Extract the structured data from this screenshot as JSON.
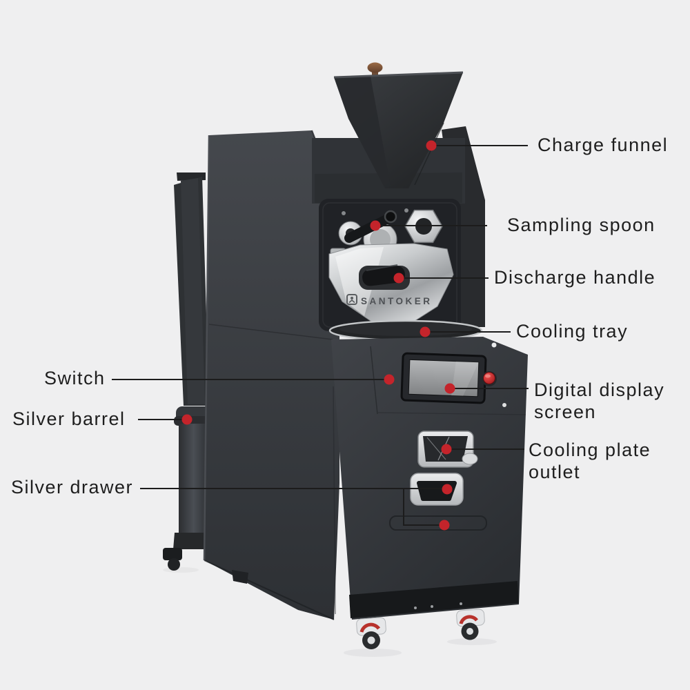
{
  "scene": {
    "background": "#efeff0",
    "accent_red": "#c4242b",
    "line_color": "#1c1c1c",
    "text_color": "#1e1e1e",
    "description": "Annotated product diagram of a SANTOKER coffee roaster with part callouts"
  },
  "machine": {
    "name": "coffee-roaster",
    "logo": "SANTOKER",
    "body_color": "#33363a",
    "chrome_color": "#cfd2d4"
  },
  "labels": [
    {
      "id": "charge-funnel",
      "text": "Charge funnel"
    },
    {
      "id": "sampling-spoon",
      "text": "Sampling spoon"
    },
    {
      "id": "discharge-handle",
      "text": "Discharge  handle"
    },
    {
      "id": "cooling-tray",
      "text": "Cooling tray"
    },
    {
      "id": "switch",
      "text": "Switch"
    },
    {
      "id": "digital-display-screen",
      "text": "Digital display\nscreen"
    },
    {
      "id": "silver-barrel",
      "text": "Silver barrel"
    },
    {
      "id": "cooling-plate-outlet",
      "text": "Cooling plate\noutlet"
    },
    {
      "id": "silver-drawer",
      "text": "Silver drawer"
    }
  ]
}
